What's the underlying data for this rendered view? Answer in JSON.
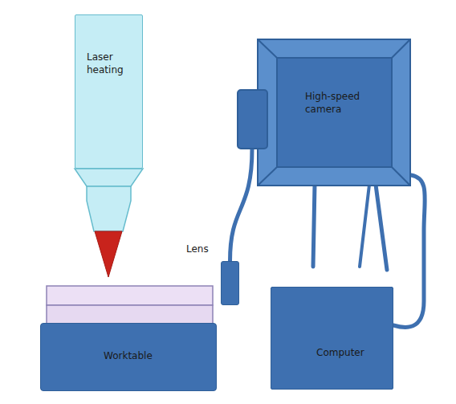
{
  "diagram": {
    "nodes": [
      {
        "text": [
          "Laser heating"
        ]
      },
      {
        "text": [
          "High-speed camera"
        ]
      },
      {
        "text": [
          "Lens"
        ]
      },
      {
        "text": [
          "Worktable"
        ]
      },
      {
        "text": [
          "Computer"
        ]
      }
    ],
    "edges": [
      {
        "from": 1,
        "to": 2,
        "arrow": "none"
      },
      {
        "from": 1,
        "to": 4,
        "arrow": "none"
      }
    ]
  }
}
